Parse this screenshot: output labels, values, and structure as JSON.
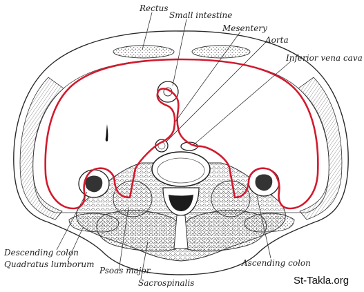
{
  "labels": {
    "rectus": "Rectus",
    "small_intestine": "Small intestine",
    "mesentery": "Mesentery",
    "aorta": "Aorta",
    "inferior_vena_cava": "Inferior vena cava",
    "descending_colon": "Descending colon",
    "quadratus_lumborum": "Quadratus lumborum",
    "psoas_major": "Psoas major",
    "sacrospinalis": "Sacrospinalis",
    "ascending_colon": "Ascending colon"
  },
  "watermark": "St-Takla.org",
  "colors": {
    "peritoneum": "#d21a2e",
    "outline": "#2a2a2a",
    "background": "#ffffff"
  }
}
